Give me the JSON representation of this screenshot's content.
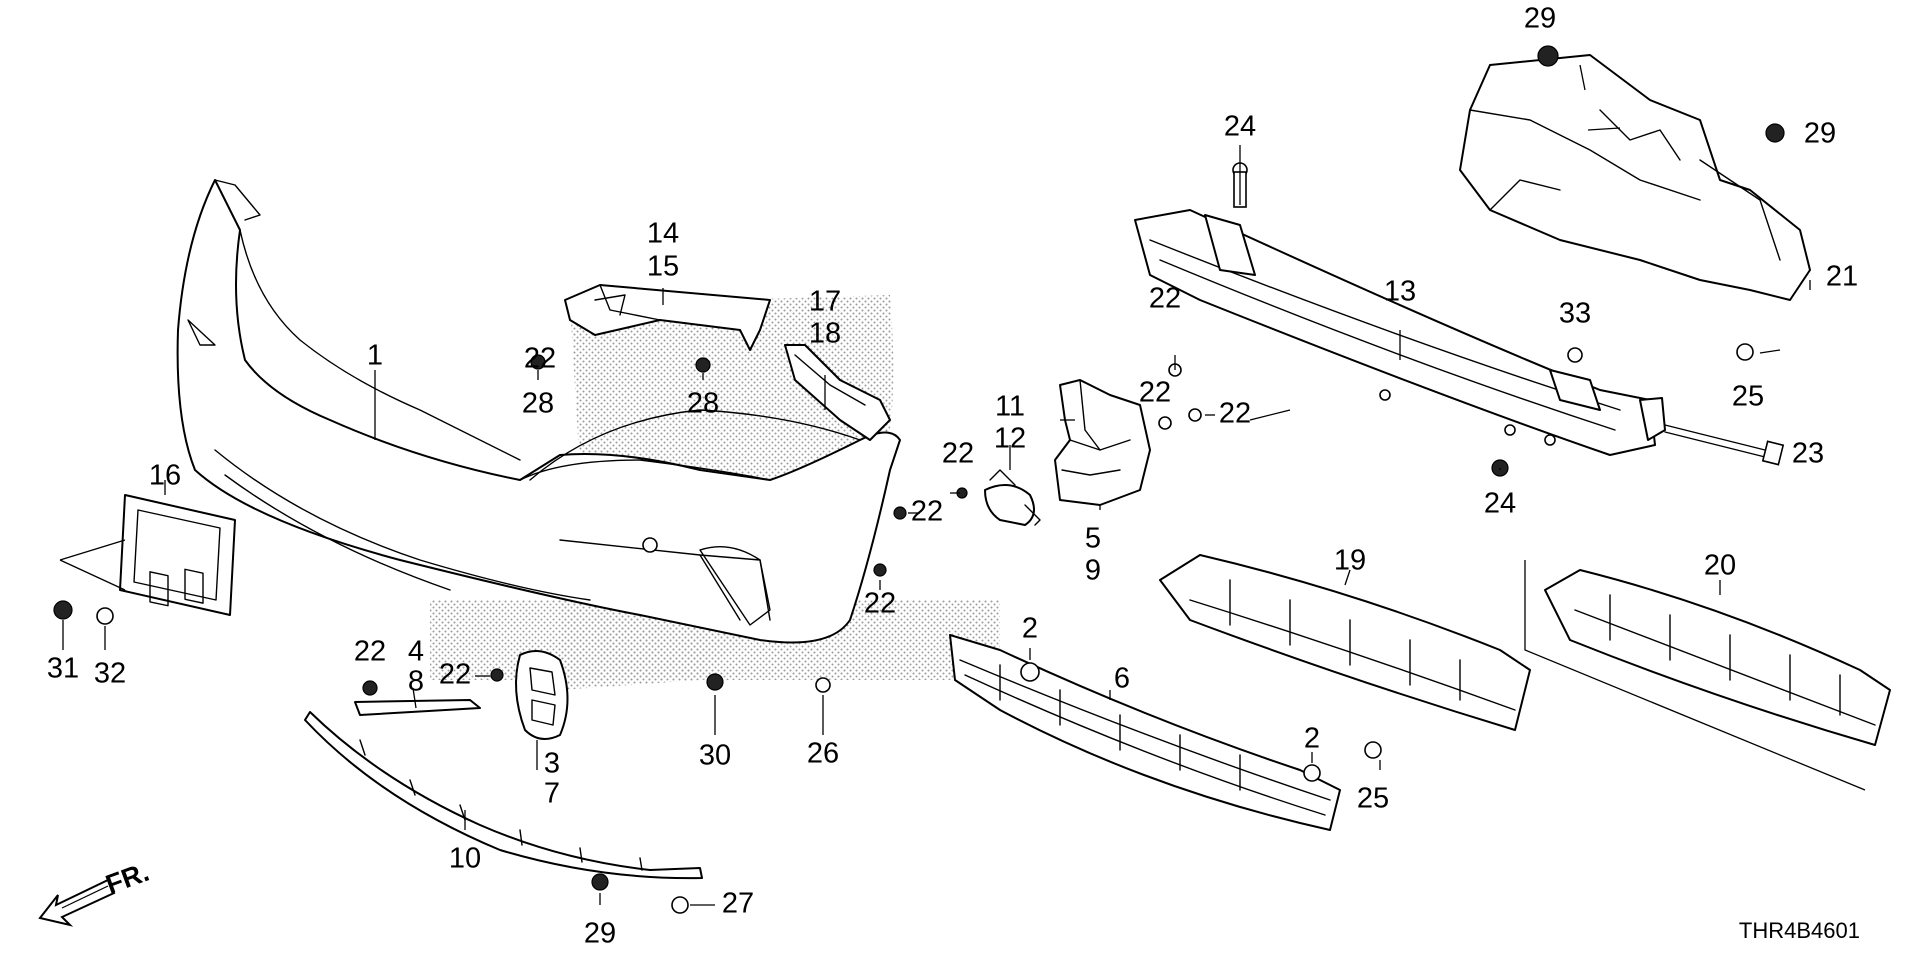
{
  "diagram_code": "THR4B4601",
  "direction_label": "FR.",
  "callouts": {
    "c1": "1",
    "c2a": "2",
    "c2b": "2",
    "c3": "3",
    "c4": "4",
    "c5": "5",
    "c6": "6",
    "c7": "7",
    "c8": "8",
    "c9": "9",
    "c10": "10",
    "c11": "11",
    "c12": "12",
    "c13": "13",
    "c14": "14",
    "c15": "15",
    "c16": "16",
    "c17": "17",
    "c18": "18",
    "c19": "19",
    "c20": "20",
    "c21": "21",
    "c22a": "22",
    "c22b": "22",
    "c22c": "22",
    "c22d": "22",
    "c22e": "22",
    "c22f": "22",
    "c22g": "22",
    "c22h": "22",
    "c22i": "22",
    "c23": "23",
    "c24a": "24",
    "c24b": "24",
    "c25a": "25",
    "c25b": "25",
    "c26": "26",
    "c27": "27",
    "c28a": "28",
    "c28b": "28",
    "c29a": "29",
    "c29b": "29",
    "c29c": "29",
    "c30": "30",
    "c31": "31",
    "c32": "32",
    "c33": "33"
  }
}
